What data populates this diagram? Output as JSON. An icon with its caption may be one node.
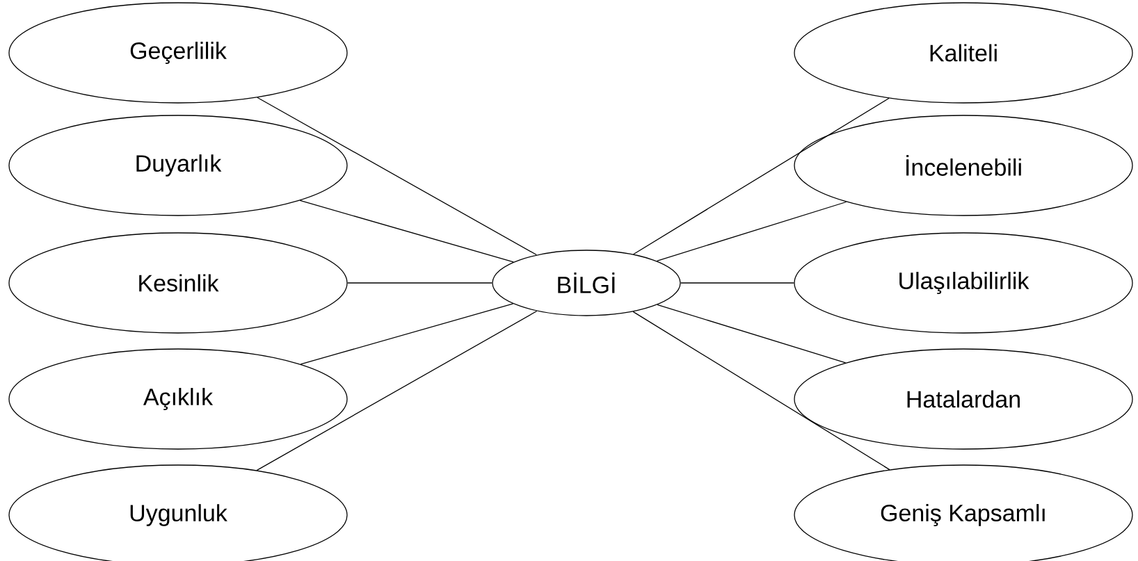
{
  "diagram": {
    "nodes": [
      {
        "text": [
          "BİLGİ"
        ]
      },
      {
        "text": [
          "Geçerlilik"
        ]
      },
      {
        "text": [
          "Duyarlık"
        ]
      },
      {
        "text": [
          "Kesinlik"
        ]
      },
      {
        "text": [
          "Açıklık"
        ]
      },
      {
        "text": [
          "Uygunluk"
        ]
      },
      {
        "text": [
          "Kaliteli"
        ]
      },
      {
        "text": [
          "İncelenebili"
        ]
      },
      {
        "text": [
          "Ulaşılabilirlik"
        ]
      },
      {
        "text": [
          "Hatalardan"
        ]
      },
      {
        "text": [
          "Geniş Kapsamlı"
        ]
      }
    ],
    "edges": [
      {
        "from": 1,
        "to": 0,
        "arrow": "none"
      },
      {
        "from": 2,
        "to": 0,
        "arrow": "none"
      },
      {
        "from": 3,
        "to": 0,
        "arrow": "none"
      },
      {
        "from": 4,
        "to": 0,
        "arrow": "none"
      },
      {
        "from": 5,
        "to": 0,
        "arrow": "none"
      },
      {
        "from": 6,
        "to": 0,
        "arrow": "none"
      },
      {
        "from": 7,
        "to": 0,
        "arrow": "none"
      },
      {
        "from": 8,
        "to": 0,
        "arrow": "none"
      },
      {
        "from": 9,
        "to": 0,
        "arrow": "none"
      },
      {
        "from": 10,
        "to": 0,
        "arrow": "none"
      }
    ]
  }
}
